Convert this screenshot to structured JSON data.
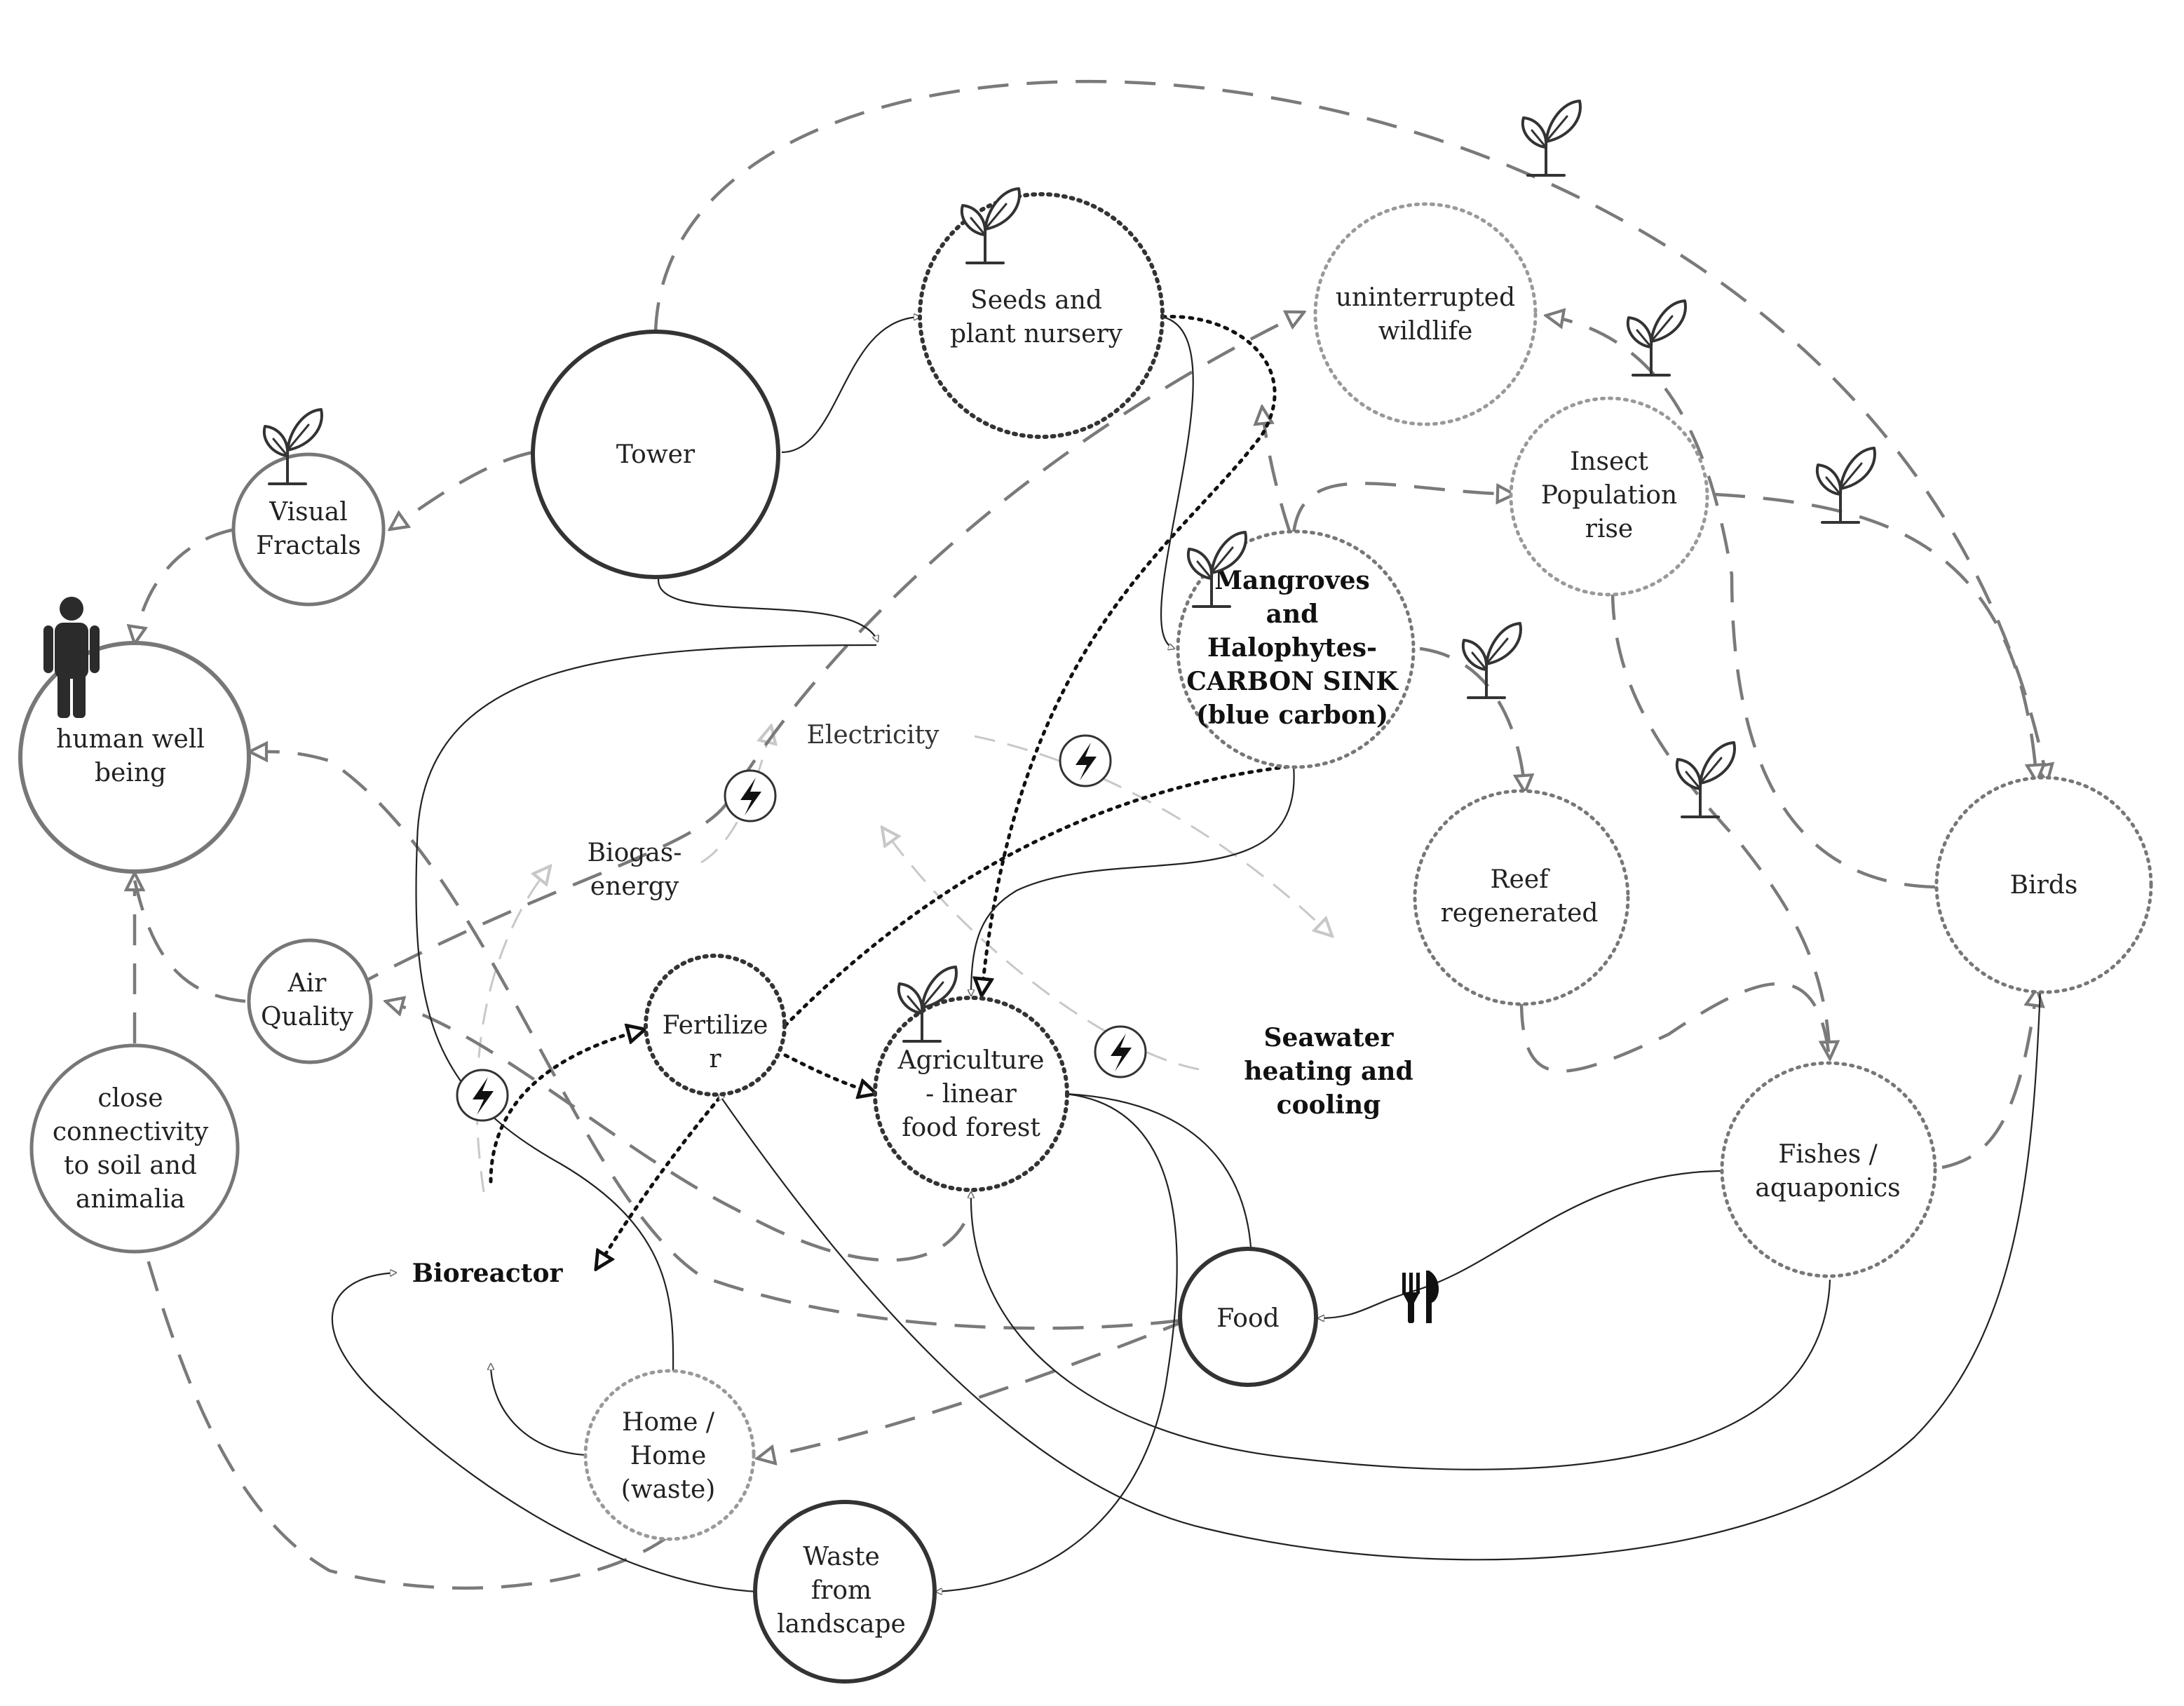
{
  "nodes": {
    "tower": [
      "Tower"
    ],
    "seeds": [
      "Seeds and",
      "plant nursery"
    ],
    "wildlife": [
      "uninterrupted",
      "wildlife"
    ],
    "insect": [
      "Insect",
      "Population",
      "rise"
    ],
    "visual": [
      "Visual",
      "Fractals"
    ],
    "human": [
      "human well",
      "being"
    ],
    "mangroves": [
      "Mangroves",
      "and",
      "Halophytes-",
      "CARBON SINK",
      "(blue carbon)"
    ],
    "reef": [
      "Reef",
      "regenerated"
    ],
    "birds": [
      "Birds"
    ],
    "air": [
      "Air",
      "Quality"
    ],
    "fertilizer": [
      "Fertilize",
      "r"
    ],
    "agriculture": [
      "Agriculture",
      "- linear",
      "food forest"
    ],
    "connectivity": [
      "close",
      "connectivity",
      "to soil and",
      "animalia"
    ],
    "fishes": [
      "Fishes /",
      "aquaponics"
    ],
    "food": [
      "Food"
    ],
    "home": [
      "Home /",
      "Home",
      "(waste)"
    ],
    "waste": [
      "Waste",
      "from",
      "landscape"
    ]
  },
  "labels": {
    "electricity": [
      "Electricity"
    ],
    "biogas": [
      "Biogas-",
      "energy"
    ],
    "seawater": [
      "Seawater",
      "heating and",
      "cooling"
    ],
    "bioreactor": [
      "Bioreactor"
    ]
  },
  "colors": {
    "solid": "#444444",
    "dashed": "#7a7a7a",
    "light": "#c8c8c8",
    "dotted": "#8a8a8a"
  }
}
